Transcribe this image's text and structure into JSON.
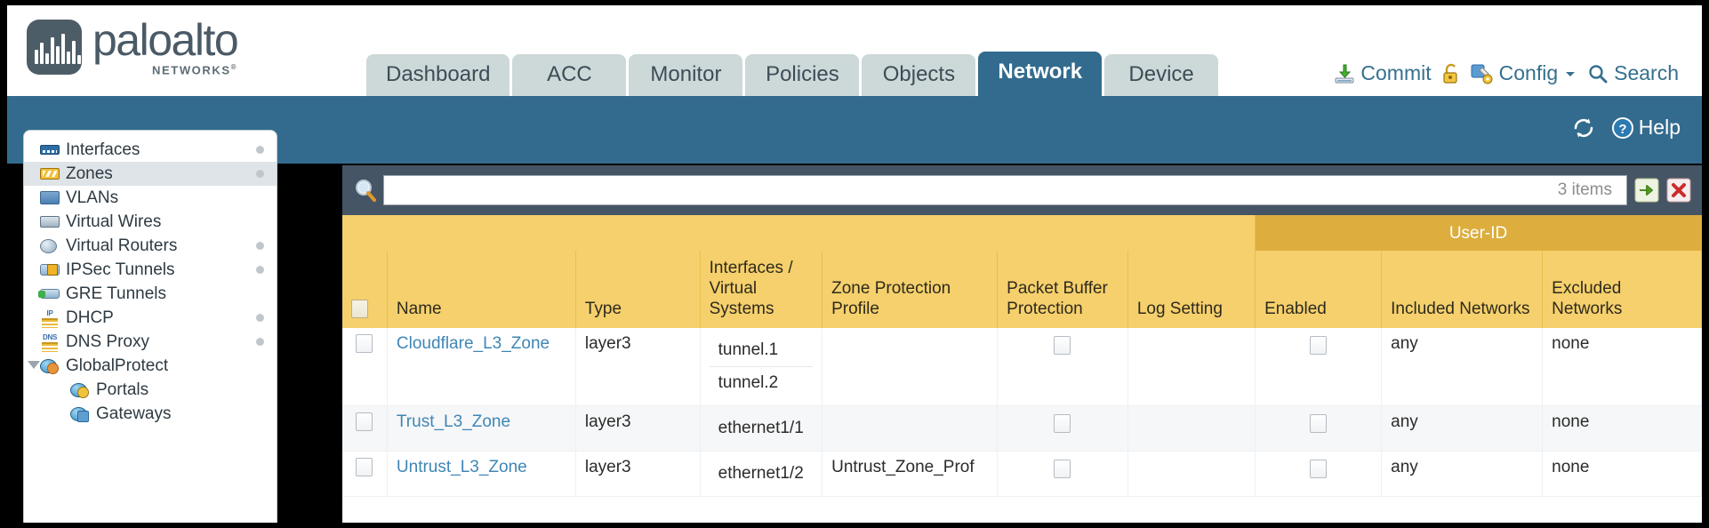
{
  "brand": {
    "name": "paloalto",
    "tagline": "NETWORKS",
    "registered": "®"
  },
  "nav_tabs": [
    {
      "label": "Dashboard",
      "active": false
    },
    {
      "label": "ACC",
      "active": false
    },
    {
      "label": "Monitor",
      "active": false
    },
    {
      "label": "Policies",
      "active": false
    },
    {
      "label": "Objects",
      "active": false
    },
    {
      "label": "Network",
      "active": true
    },
    {
      "label": "Device",
      "active": false
    }
  ],
  "top_actions": {
    "commit": "Commit",
    "config": "Config",
    "search": "Search",
    "lock_icon": "padlock-icon",
    "commit_icon": "commit-download-icon",
    "config_icon": "config-wrench-icon",
    "search_icon": "search-magnifier-icon",
    "dropdown_icon": "chevron-down-icon"
  },
  "banner": {
    "refresh_icon": "refresh-icon",
    "help_label": "Help",
    "help_icon": "help-question-icon"
  },
  "sidebar": {
    "items": [
      {
        "label": "Interfaces",
        "icon": "interfaces-icon",
        "selected": false,
        "dot": true,
        "child": false,
        "caret": false
      },
      {
        "label": "Zones",
        "icon": "zones-icon",
        "selected": true,
        "dot": true,
        "child": false,
        "caret": false
      },
      {
        "label": "VLANs",
        "icon": "vlans-icon",
        "selected": false,
        "dot": false,
        "child": false,
        "caret": false
      },
      {
        "label": "Virtual Wires",
        "icon": "virtual-wires-icon",
        "selected": false,
        "dot": false,
        "child": false,
        "caret": false
      },
      {
        "label": "Virtual Routers",
        "icon": "virtual-routers-icon",
        "selected": false,
        "dot": true,
        "child": false,
        "caret": false
      },
      {
        "label": "IPSec Tunnels",
        "icon": "ipsec-tunnels-icon",
        "selected": false,
        "dot": true,
        "child": false,
        "caret": false
      },
      {
        "label": "GRE Tunnels",
        "icon": "gre-tunnels-icon",
        "selected": false,
        "dot": false,
        "child": false,
        "caret": false
      },
      {
        "label": "DHCP",
        "icon": "dhcp-icon",
        "selected": false,
        "dot": true,
        "child": false,
        "caret": false
      },
      {
        "label": "DNS Proxy",
        "icon": "dns-proxy-icon",
        "selected": false,
        "dot": true,
        "child": false,
        "caret": false
      },
      {
        "label": "GlobalProtect",
        "icon": "globalprotect-icon",
        "selected": false,
        "dot": false,
        "child": false,
        "caret": true
      },
      {
        "label": "Portals",
        "icon": "portals-icon",
        "selected": false,
        "dot": false,
        "child": true,
        "caret": false
      },
      {
        "label": "Gateways",
        "icon": "gateways-icon",
        "selected": false,
        "dot": false,
        "child": true,
        "caret": false
      }
    ]
  },
  "search": {
    "value": "",
    "placeholder": "",
    "items_count": "3 items",
    "go_icon": "green-arrow-go-icon",
    "clear_icon": "red-x-clear-icon",
    "magnifier_icon": "search-magnifier-icon"
  },
  "table": {
    "group_header": "User-ID",
    "columns": [
      "Name",
      "Type",
      "Interfaces / Virtual Systems",
      "Zone Protection Profile",
      "Packet Buffer Protection",
      "Log Setting",
      "Enabled",
      "Included Networks",
      "Excluded Networks"
    ],
    "rows": [
      {
        "name": "Cloudflare_L3_Zone",
        "type": "layer3",
        "interfaces": [
          "tunnel.1",
          "tunnel.2"
        ],
        "zone_protection_profile": "",
        "packet_buffer_protection": false,
        "log_setting": "",
        "userid_enabled": false,
        "included_networks": "any",
        "excluded_networks": "none"
      },
      {
        "name": "Trust_L3_Zone",
        "type": "layer3",
        "interfaces": [
          "ethernet1/1"
        ],
        "zone_protection_profile": "",
        "packet_buffer_protection": false,
        "log_setting": "",
        "userid_enabled": false,
        "included_networks": "any",
        "excluded_networks": "none"
      },
      {
        "name": "Untrust_L3_Zone",
        "type": "layer3",
        "interfaces": [
          "ethernet1/2"
        ],
        "zone_protection_profile": "Untrust_Zone_Prof",
        "packet_buffer_protection": false,
        "log_setting": "",
        "userid_enabled": false,
        "included_networks": "any",
        "excluded_networks": "none"
      }
    ]
  },
  "colors": {
    "banner_blue": "#336b8e",
    "tab_inactive": "#cdd8d9",
    "header_gold": "#f5d06c",
    "group_gold": "#ddae3d",
    "search_strip": "#455565",
    "link_blue": "#3f86b5"
  }
}
